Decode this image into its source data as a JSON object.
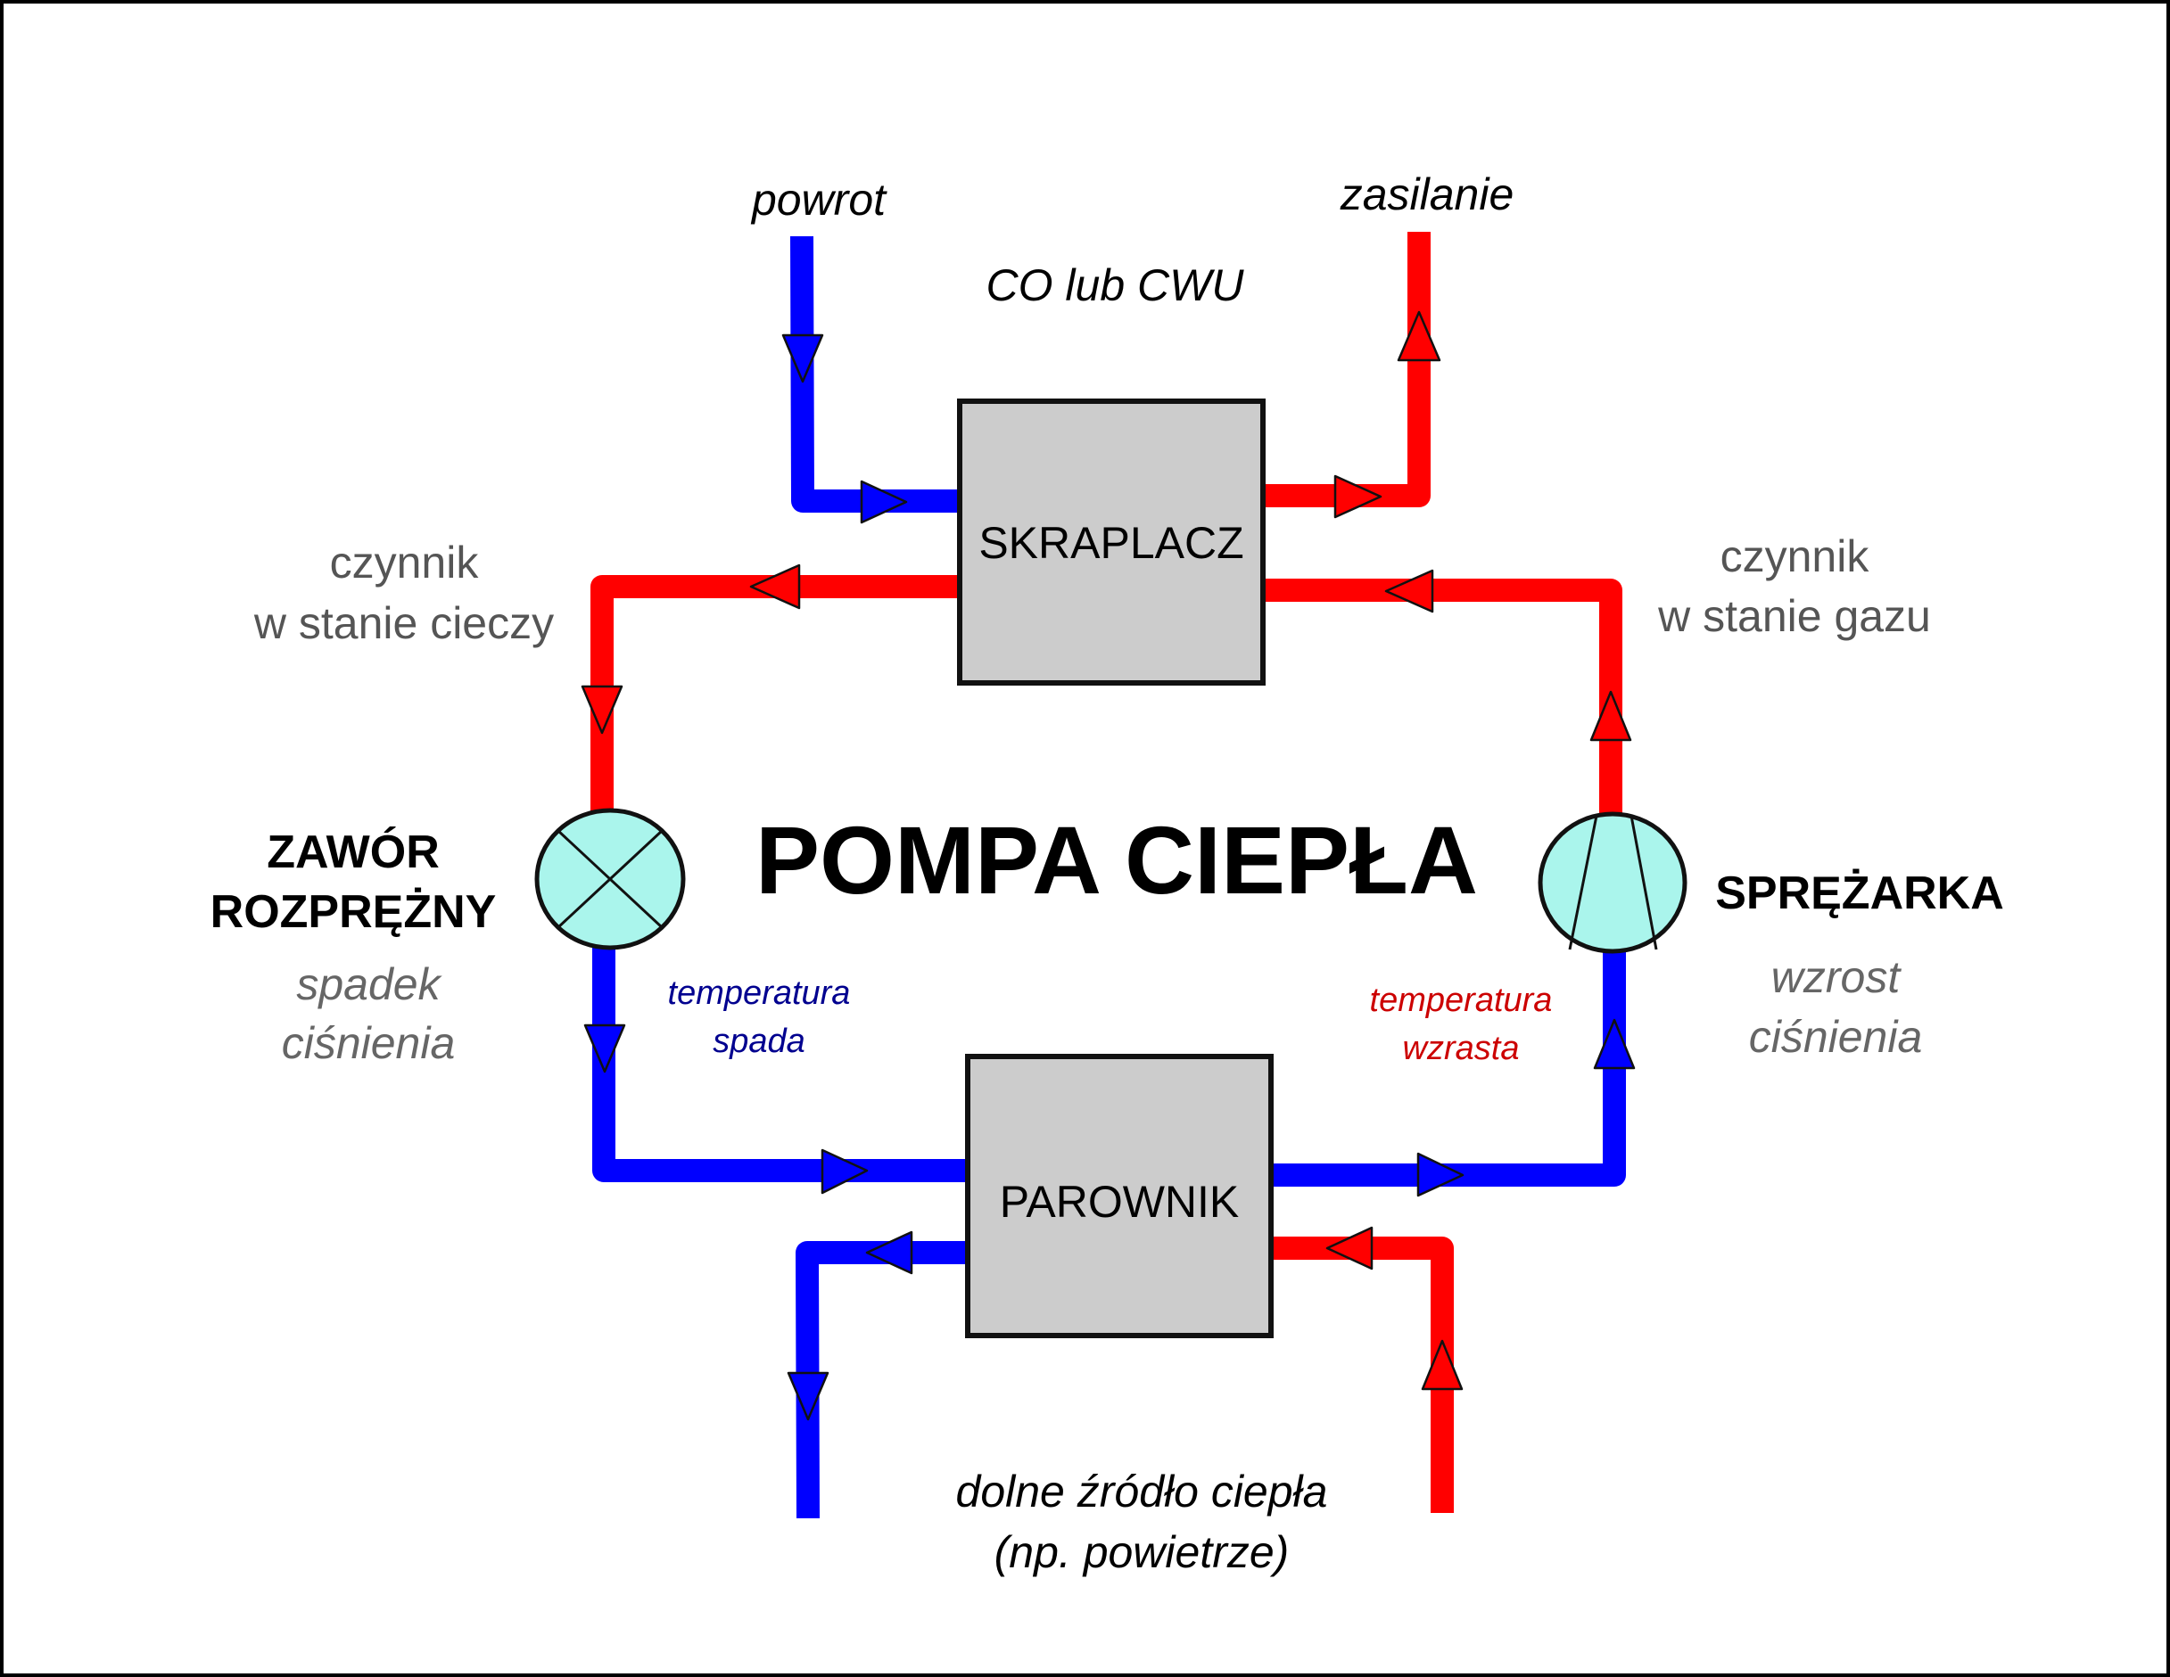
{
  "title": "POMPA CIEPŁA",
  "colors": {
    "hot": "#ff0000",
    "cold": "#0000ff",
    "box_fill": "#cccccc",
    "component_fill": "#aaf5ec"
  },
  "components": {
    "condenser": "SKRAPLACZ",
    "evaporator": "PAROWNIK",
    "expansion_valve": [
      "ZAWÓR",
      "ROZPRĘŻNY"
    ],
    "compressor": "SPRĘŻARKA"
  },
  "labels": {
    "return": "powrot",
    "supply": "zasilanie",
    "heating_circuit": "CO lub CWU",
    "liquid_refrigerant": [
      "czynnik",
      "w stanie cieczy"
    ],
    "gas_refrigerant": [
      "czynnik",
      "w stanie gazu"
    ],
    "pressure_drop": [
      "spadek",
      "ciśnienia"
    ],
    "pressure_rise": [
      "wzrost",
      "ciśnienia"
    ],
    "temperature_falls": [
      "temperatura",
      "spada"
    ],
    "temperature_rises": [
      "temperatura",
      "wzrasta"
    ],
    "lower_heat_source": [
      "dolne źródło ciepła",
      "(np. powietrze)"
    ]
  }
}
